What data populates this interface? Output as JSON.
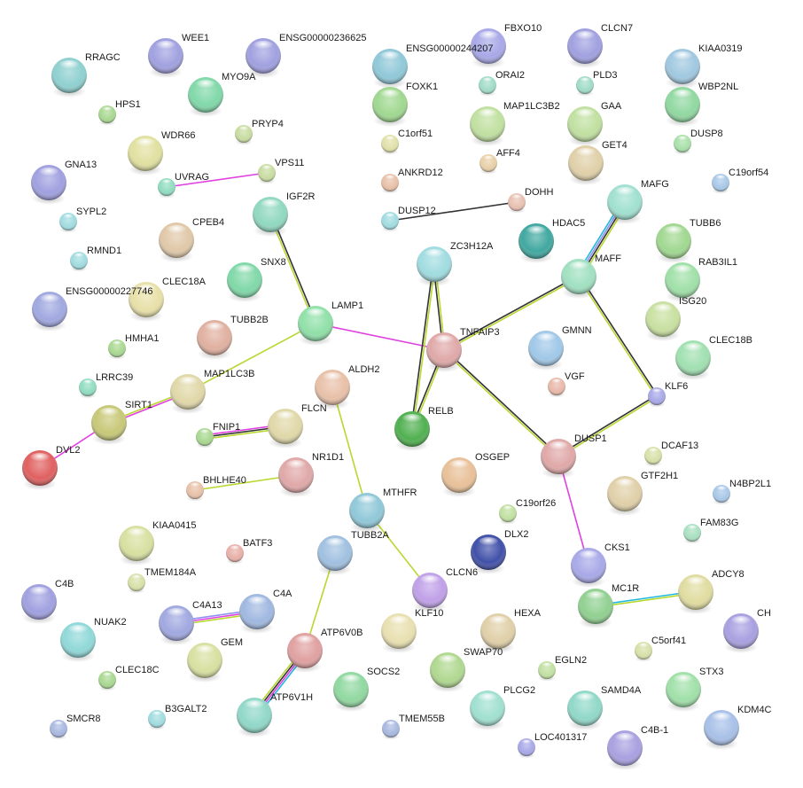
{
  "network": {
    "nodes": [
      {
        "name": "RRAGC",
        "color": "#8fd0d0",
        "size": "large"
      },
      {
        "name": "WEE1",
        "color": "#a0a0e0",
        "size": "large"
      },
      {
        "name": "ENSG00000236625",
        "color": "#a0a0e0",
        "size": "large"
      },
      {
        "name": "MYO9A",
        "color": "#80d8a8",
        "size": "large"
      },
      {
        "name": "HPS1",
        "color": "#a8d890",
        "size": "small"
      },
      {
        "name": "PRYP4",
        "color": "#c8dca0",
        "size": "small"
      },
      {
        "name": "WDR66",
        "color": "#e0e0a0",
        "size": "large"
      },
      {
        "name": "VPS11",
        "color": "#c8dca0",
        "size": "small"
      },
      {
        "name": "UVRAG",
        "color": "#90dcc0",
        "size": "small"
      },
      {
        "name": "GNA13",
        "color": "#a0a0e0",
        "size": "large"
      },
      {
        "name": "SYPL2",
        "color": "#a0dce0",
        "size": "small"
      },
      {
        "name": "IGF2R",
        "color": "#90d8c0",
        "size": "large"
      },
      {
        "name": "CPEB4",
        "color": "#e0c8a8",
        "size": "large"
      },
      {
        "name": "RMND1",
        "color": "#a0dce0",
        "size": "small"
      },
      {
        "name": "SNX8",
        "color": "#80d8a8",
        "size": "large"
      },
      {
        "name": "CLEC18A",
        "color": "#e8e0a8",
        "size": "large"
      },
      {
        "name": "ENSG00000227746",
        "color": "#a0a8e0",
        "size": "large"
      },
      {
        "name": "LAMP1",
        "color": "#90e0a8",
        "size": "large"
      },
      {
        "name": "TUBB2B",
        "color": "#e0b0a0",
        "size": "large"
      },
      {
        "name": "HMHA1",
        "color": "#a8d890",
        "size": "small"
      },
      {
        "name": "LRRC39",
        "color": "#90dcc0",
        "size": "small"
      },
      {
        "name": "MAP1LC3B",
        "color": "#e0d8a8",
        "size": "large"
      },
      {
        "name": "ALDH2",
        "color": "#e8c0a8",
        "size": "large"
      },
      {
        "name": "SIRT1",
        "color": "#c8c878",
        "size": "large"
      },
      {
        "name": "FNIP1",
        "color": "#a8d890",
        "size": "small"
      },
      {
        "name": "FLCN",
        "color": "#e0d8a8",
        "size": "large"
      },
      {
        "name": "DVL2",
        "color": "#e06060",
        "size": "large"
      },
      {
        "name": "NR1D1",
        "color": "#e0a8a8",
        "size": "large"
      },
      {
        "name": "BHLHE40",
        "color": "#e8c0a8",
        "size": "small"
      },
      {
        "name": "MTHFR",
        "color": "#90c8d8",
        "size": "large"
      },
      {
        "name": "TUBB2A",
        "color": "#a0c0e0",
        "size": "large"
      },
      {
        "name": "KIAA0415",
        "color": "#d8e0a0",
        "size": "large"
      },
      {
        "name": "BATF3",
        "color": "#e8b0a8",
        "size": "small"
      },
      {
        "name": "TMEM184A",
        "color": "#d8e0a8",
        "size": "small"
      },
      {
        "name": "C4B",
        "color": "#a0a0e0",
        "size": "large"
      },
      {
        "name": "C4A13",
        "color": "#a0a8e0",
        "size": "large"
      },
      {
        "name": "C4A",
        "color": "#a0b8e0",
        "size": "large"
      },
      {
        "name": "NUAK2",
        "color": "#90d8d8",
        "size": "large"
      },
      {
        "name": "GEM",
        "color": "#d8e0a0",
        "size": "large"
      },
      {
        "name": "ATP6V0B",
        "color": "#e0a0a0",
        "size": "large"
      },
      {
        "name": "CLEC18C",
        "color": "#a8d890",
        "size": "small"
      },
      {
        "name": "SOCS2",
        "color": "#90d8a0",
        "size": "large"
      },
      {
        "name": "ATP6V1H",
        "color": "#90d8c8",
        "size": "large"
      },
      {
        "name": "B3GALT2",
        "color": "#a0dce0",
        "size": "small"
      },
      {
        "name": "SMCR8",
        "color": "#a8b8e0",
        "size": "small"
      },
      {
        "name": "TMEM55B",
        "color": "#a8b8e0",
        "size": "small"
      },
      {
        "name": "ENSG00000244207",
        "color": "#90c8d8",
        "size": "large"
      },
      {
        "name": "FBXO10",
        "color": "#a8a8e8",
        "size": "large"
      },
      {
        "name": "CLCN7",
        "color": "#a0a0e0",
        "size": "large"
      },
      {
        "name": "KIAA0319",
        "color": "#a0c8e0",
        "size": "large"
      },
      {
        "name": "ORAI2",
        "color": "#a0dcc8",
        "size": "small"
      },
      {
        "name": "PLD3",
        "color": "#a0dcc8",
        "size": "small"
      },
      {
        "name": "FOXK1",
        "color": "#a0d890",
        "size": "large"
      },
      {
        "name": "MAP1LC3B2",
        "color": "#c0e0a0",
        "size": "large"
      },
      {
        "name": "GAA",
        "color": "#c0e0a0",
        "size": "large"
      },
      {
        "name": "WBP2NL",
        "color": "#90d8a0",
        "size": "large"
      },
      {
        "name": "C1orf51",
        "color": "#e0e0a8",
        "size": "small"
      },
      {
        "name": "AFF4",
        "color": "#e8d0a8",
        "size": "small"
      },
      {
        "name": "GET4",
        "color": "#e0d0a8",
        "size": "large"
      },
      {
        "name": "DUSP8",
        "color": "#a8e0a8",
        "size": "small"
      },
      {
        "name": "ANKRD12",
        "color": "#e8c0a8",
        "size": "small"
      },
      {
        "name": "C19orf54",
        "color": "#a8c8e8",
        "size": "small"
      },
      {
        "name": "DOHH",
        "color": "#e8c0b0",
        "size": "small"
      },
      {
        "name": "DUSP12",
        "color": "#a0dce0",
        "size": "small"
      },
      {
        "name": "MAFG",
        "color": "#a0e0d0",
        "size": "large"
      },
      {
        "name": "HDAC5",
        "color": "#40a8a0",
        "size": "large"
      },
      {
        "name": "TUBB6",
        "color": "#a0d890",
        "size": "large"
      },
      {
        "name": "ZC3H12A",
        "color": "#a0dce0",
        "size": "large"
      },
      {
        "name": "MAFF",
        "color": "#a0e0c0",
        "size": "large"
      },
      {
        "name": "RAB3IL1",
        "color": "#a0e0a8",
        "size": "large"
      },
      {
        "name": "ISG20",
        "color": "#c8e0a0",
        "size": "large"
      },
      {
        "name": "TNFAIP3",
        "color": "#e0a8a8",
        "size": "large"
      },
      {
        "name": "GMNN",
        "color": "#a0c8e8",
        "size": "large"
      },
      {
        "name": "CLEC18B",
        "color": "#a0e0b0",
        "size": "large"
      },
      {
        "name": "VGF",
        "color": "#e8b8a8",
        "size": "small"
      },
      {
        "name": "KLF6",
        "color": "#a8a8e8",
        "size": "small"
      },
      {
        "name": "RELB",
        "color": "#50b050",
        "size": "large"
      },
      {
        "name": "DUSP1",
        "color": "#e0a8a8",
        "size": "large"
      },
      {
        "name": "OSGEP",
        "color": "#e8c098",
        "size": "large"
      },
      {
        "name": "DCAF13",
        "color": "#d8e0a8",
        "size": "small"
      },
      {
        "name": "GTF2H1",
        "color": "#e0d0a8",
        "size": "large"
      },
      {
        "name": "N4BP2L1",
        "color": "#a8c8e8",
        "size": "small"
      },
      {
        "name": "C19orf26",
        "color": "#c0e0a0",
        "size": "small"
      },
      {
        "name": "FAM83G",
        "color": "#a8e0c0",
        "size": "small"
      },
      {
        "name": "DLX2",
        "color": "#4050a8",
        "size": "large"
      },
      {
        "name": "CKS1",
        "color": "#a8a8e8",
        "size": "large"
      },
      {
        "name": "CLCN6",
        "color": "#c0a0e8",
        "size": "large"
      },
      {
        "name": "MC1R",
        "color": "#90d090",
        "size": "large"
      },
      {
        "name": "ADCY8",
        "color": "#e0dca0",
        "size": "large"
      },
      {
        "name": "KLF10",
        "color": "#e8e0b0",
        "size": "large"
      },
      {
        "name": "HEXA",
        "color": "#e0d0a8",
        "size": "large"
      },
      {
        "name": "CH",
        "color": "#a8a0e0",
        "size": "large"
      },
      {
        "name": "C5orf41",
        "color": "#d8e0a8",
        "size": "small"
      },
      {
        "name": "SWAP70",
        "color": "#b0d890",
        "size": "large"
      },
      {
        "name": "EGLN2",
        "color": "#c0e0a0",
        "size": "small"
      },
      {
        "name": "STX3",
        "color": "#a0e0a8",
        "size": "large"
      },
      {
        "name": "PLCG2",
        "color": "#a0e0d0",
        "size": "large"
      },
      {
        "name": "SAMD4A",
        "color": "#90d8c8",
        "size": "large"
      },
      {
        "name": "KDM4C",
        "color": "#a8c0e8",
        "size": "large"
      },
      {
        "name": "LOC401317",
        "color": "#a8a8e8",
        "size": "small"
      },
      {
        "name": "C4B-1",
        "color": "#a8a0e0",
        "size": "large"
      }
    ],
    "edges": [
      {
        "source": "UVRAG",
        "target": "VPS11",
        "colors": [
          "#e040e0"
        ]
      },
      {
        "source": "IGF2R",
        "target": "LAMP1",
        "colors": [
          "#333333",
          "#b8d830"
        ]
      },
      {
        "source": "LAMP1",
        "target": "MAP1LC3B",
        "colors": [
          "#b8d830"
        ]
      },
      {
        "source": "LAMP1",
        "target": "TNFAIP3",
        "colors": [
          "#e040e0"
        ]
      },
      {
        "source": "MAP1LC3B",
        "target": "SIRT1",
        "colors": [
          "#e040e0",
          "#b8d830"
        ]
      },
      {
        "source": "SIRT1",
        "target": "DVL2",
        "colors": [
          "#e040e0"
        ]
      },
      {
        "source": "FNIP1",
        "target": "FLCN",
        "colors": [
          "#e040e0",
          "#333333",
          "#b8d830"
        ]
      },
      {
        "source": "BHLHE40",
        "target": "NR1D1",
        "colors": [
          "#b8d830"
        ]
      },
      {
        "source": "ALDH2",
        "target": "MTHFR",
        "colors": [
          "#b8d830"
        ]
      },
      {
        "source": "MTHFR",
        "target": "CLCN6",
        "colors": [
          "#b8d830"
        ]
      },
      {
        "source": "TUBB2A",
        "target": "ATP6V0B",
        "colors": [
          "#b8d830"
        ]
      },
      {
        "source": "ATP6V0B",
        "target": "ATP6V1H",
        "colors": [
          "#20b8e0",
          "#e040e0",
          "#333333",
          "#b8d830"
        ]
      },
      {
        "source": "C4A13",
        "target": "C4A",
        "colors": [
          "#9090f0",
          "#e040e0",
          "#b8d830"
        ]
      },
      {
        "source": "DUSP12",
        "target": "DOHH",
        "colors": [
          "#333333"
        ]
      },
      {
        "source": "MAFG",
        "target": "MAFF",
        "colors": [
          "#b8d830",
          "#333333",
          "#9090f0",
          "#20b8e0"
        ]
      },
      {
        "source": "MAFF",
        "target": "TNFAIP3",
        "colors": [
          "#b8d830",
          "#333333"
        ]
      },
      {
        "source": "MAFF",
        "target": "KLF6",
        "colors": [
          "#333333",
          "#b8d830"
        ]
      },
      {
        "source": "KLF6",
        "target": "DUSP1",
        "colors": [
          "#b8d830",
          "#333333"
        ]
      },
      {
        "source": "TNFAIP3",
        "target": "DUSP1",
        "colors": [
          "#333333",
          "#b8d830"
        ]
      },
      {
        "source": "ZC3H12A",
        "target": "TNFAIP3",
        "colors": [
          "#b8d830",
          "#333333"
        ]
      },
      {
        "source": "ZC3H12A",
        "target": "RELB",
        "colors": [
          "#b8d830",
          "#333333"
        ]
      },
      {
        "source": "TNFAIP3",
        "target": "RELB",
        "colors": [
          "#b8d830",
          "#333333"
        ]
      },
      {
        "source": "DUSP1",
        "target": "CKS1",
        "colors": [
          "#e040e0"
        ]
      },
      {
        "source": "MC1R",
        "target": "ADCY8",
        "colors": [
          "#20b8e0",
          "#b8d830"
        ]
      }
    ]
  }
}
